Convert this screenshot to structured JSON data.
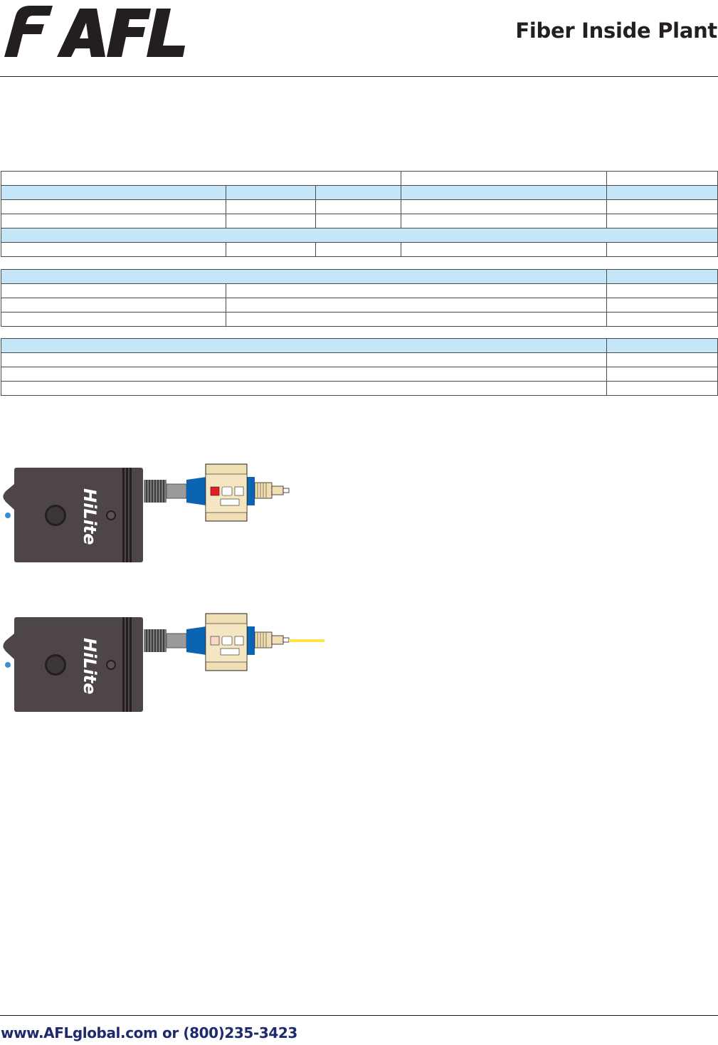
{
  "brand": {
    "logo_text": "AFL"
  },
  "header": {
    "title": "Fiber Inside Plant"
  },
  "tables": [
    {
      "id": "table-1",
      "rows": 6
    },
    {
      "id": "table-2",
      "rows": 4
    },
    {
      "id": "table-3",
      "rows": 4
    }
  ],
  "devices": [
    {
      "id": "device-1",
      "label": "HiLite",
      "indicator_color": "#e31e24",
      "fiber_attached": false
    },
    {
      "id": "device-2",
      "label": "HiLite",
      "indicator_color": "#fad7c8",
      "fiber_attached": true
    }
  ],
  "colors": {
    "table_header": "#c5e6f8",
    "device_body": "#4d4546",
    "adapter_blue": "#0a64b0",
    "adapter_beige": "#f0dfb4",
    "fiber_yellow": "#ffe14a",
    "footer_text": "#1e2a6e"
  },
  "footer": {
    "contact": "www.AFLglobal.com or (800)235-3423"
  }
}
